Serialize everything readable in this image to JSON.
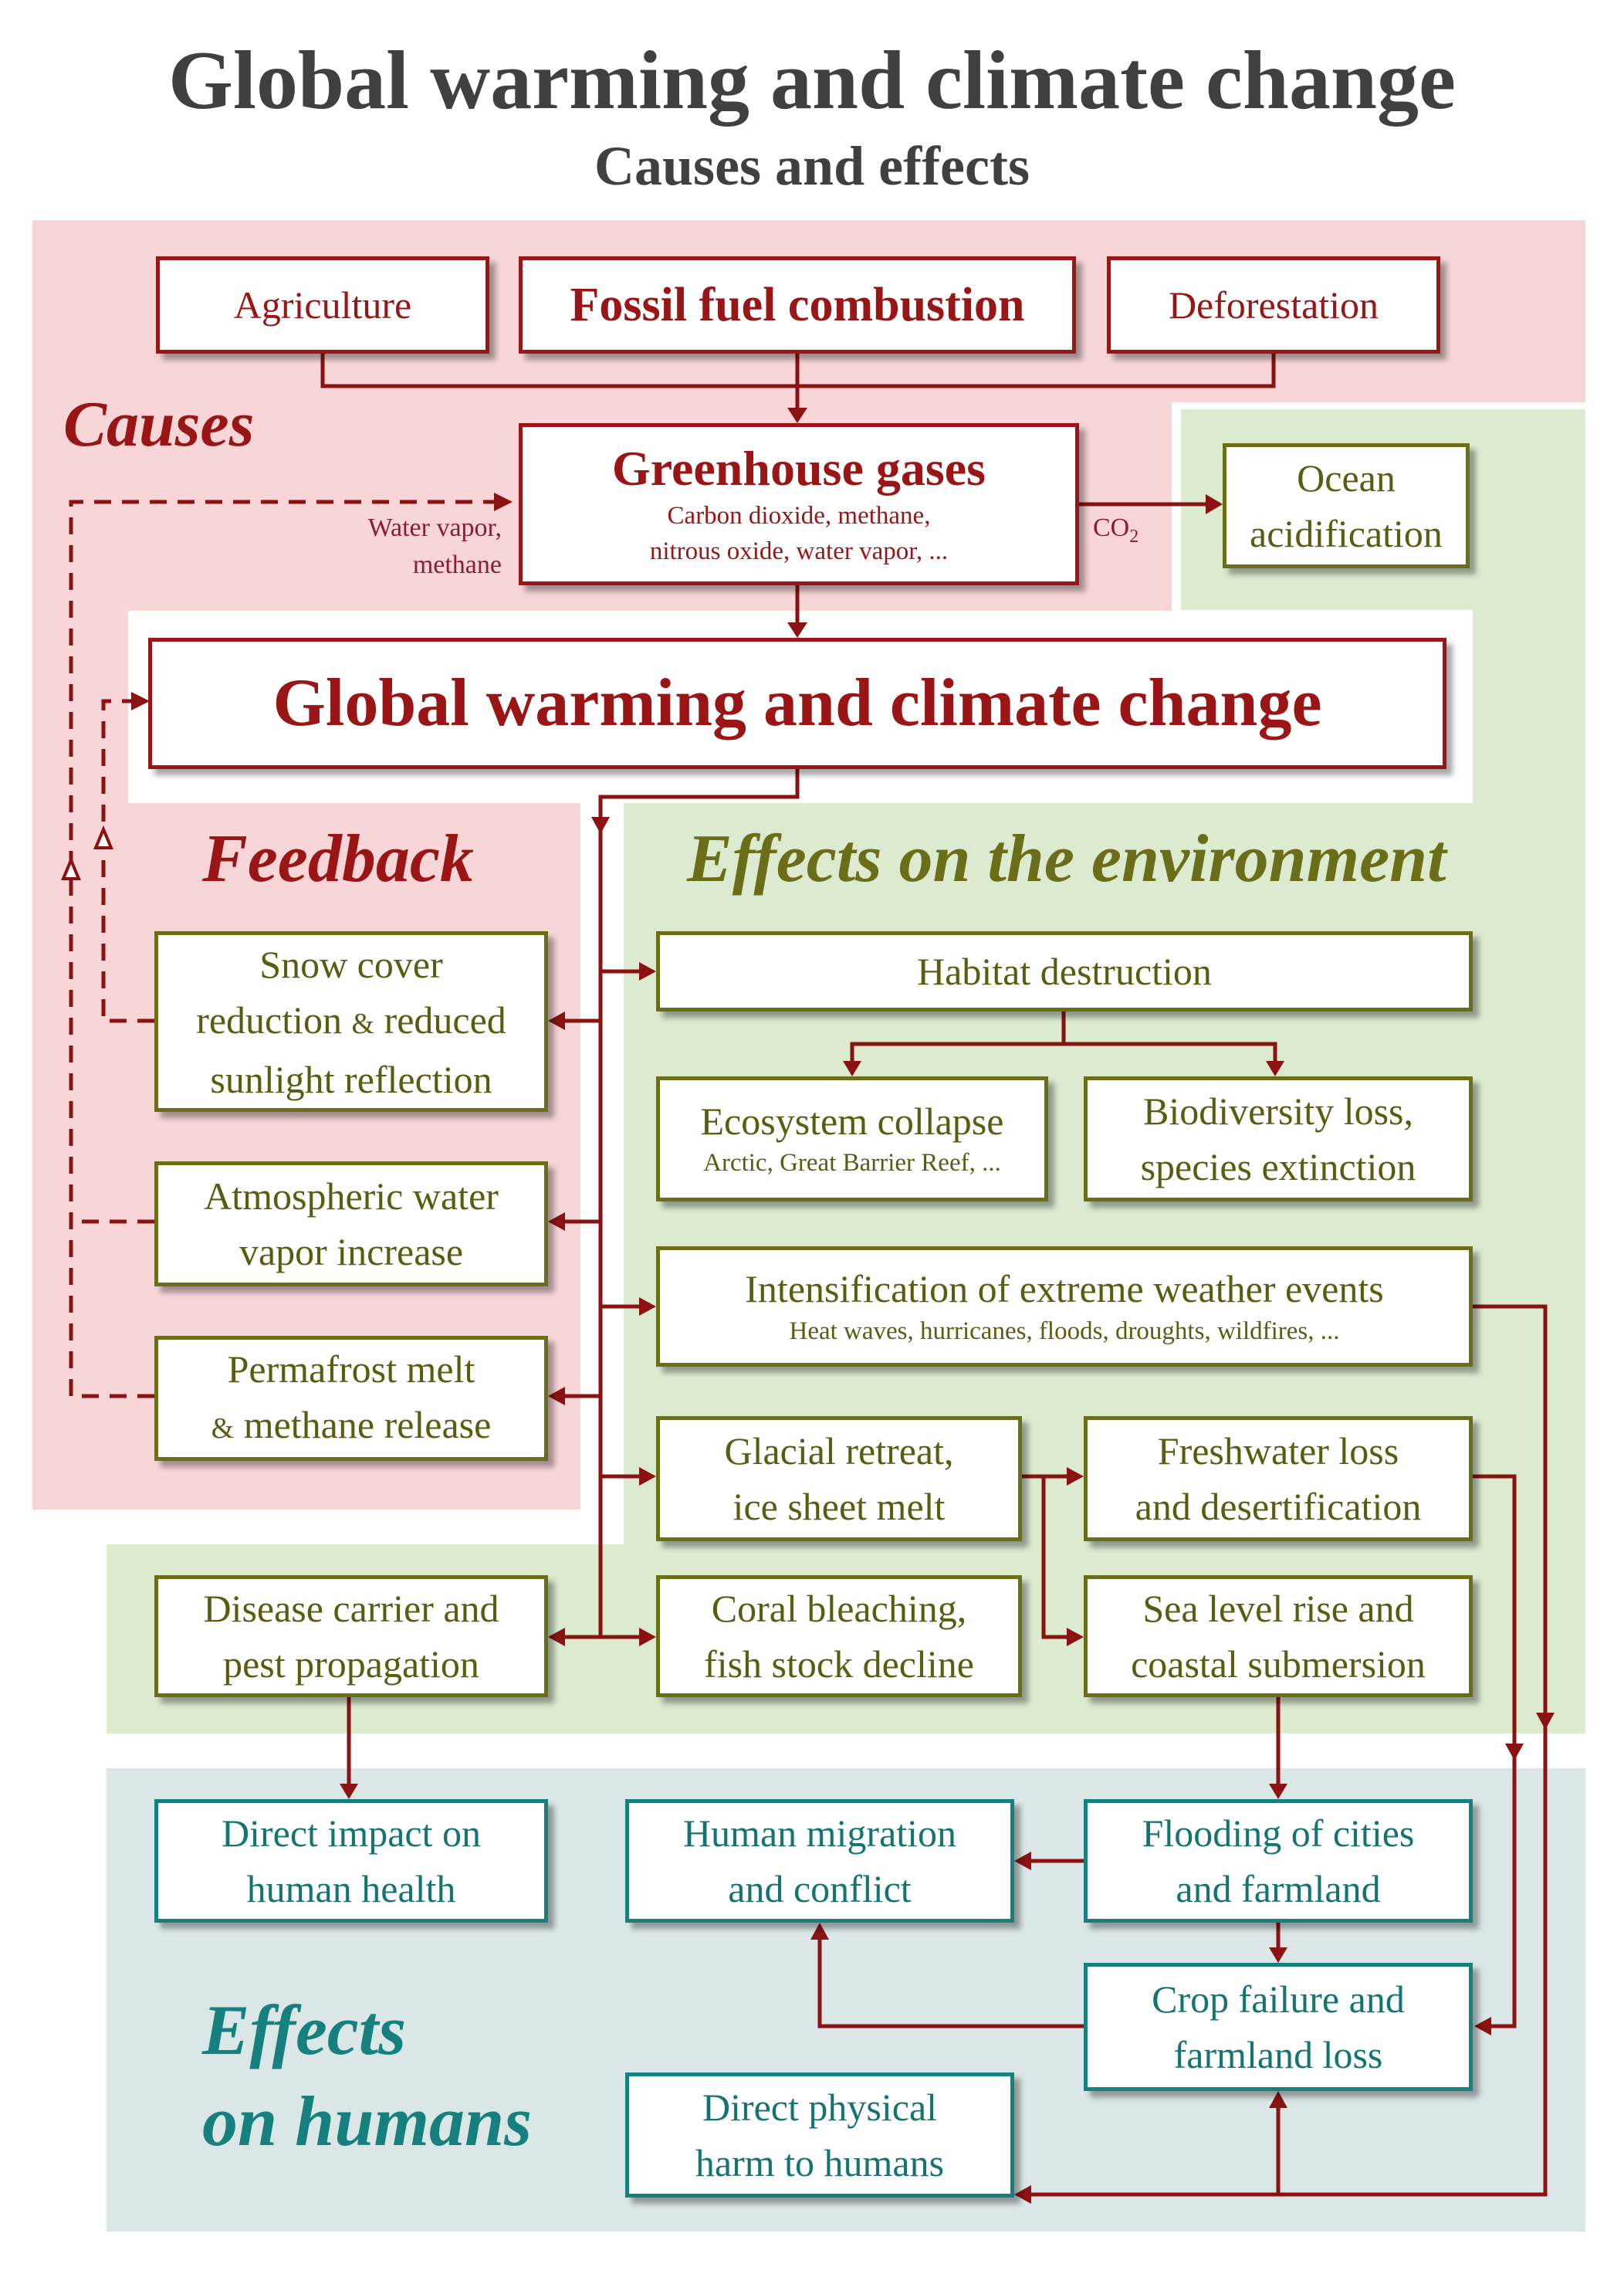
{
  "header": {
    "title": "Global warming and climate change",
    "subtitle": "Causes and effects"
  },
  "sections": {
    "causes": "Causes",
    "feedback": "Feedback",
    "environment": "Effects on the environment",
    "humans_line1": "Effects",
    "humans_line2": "on humans"
  },
  "causes": {
    "agriculture": "Agriculture",
    "fossil": "Fossil fuel combustion",
    "deforestation": "Deforestation",
    "ghg_title": "Greenhouse gases",
    "ghg_sub1": "Carbon dioxide, methane,",
    "ghg_sub2": "nitrous oxide, water vapor, ...",
    "central": "Global warming and climate change"
  },
  "labels": {
    "water1": "Water vapor,",
    "water2": "methane",
    "co2": "CO",
    "co2_sub": "2"
  },
  "env": {
    "ocean1": "Ocean",
    "ocean2": "acidification",
    "habitat": "Habitat destruction",
    "eco_title": "Ecosystem collapse",
    "eco_sub": "Arctic, Great Barrier Reef, ...",
    "bio1": "Biodiversity loss,",
    "bio2": "species extinction",
    "weather_title": "Intensification of extreme weather events",
    "weather_sub": "Heat waves, hurricanes, floods, droughts, wildfires, ...",
    "glacial1": "Glacial retreat,",
    "glacial2": "ice sheet melt",
    "fresh1": "Freshwater loss",
    "fresh2": "and desertification",
    "coral1": "Coral bleaching,",
    "coral2": "fish stock decline",
    "sea1": "Sea level rise and",
    "sea2": "coastal submersion",
    "disease1": "Disease carrier and",
    "disease2": "pest propagation"
  },
  "feedback": {
    "snow1": "Snow cover",
    "snow2a": "reduction",
    "snow2amp": "&",
    "snow2b": "reduced",
    "snow3": "sunlight reflection",
    "water1": "Atmospheric water",
    "water2": "vapor increase",
    "perma1": "Permafrost melt",
    "perma2amp": "&",
    "perma2": "methane release"
  },
  "human": {
    "health1": "Direct impact on",
    "health2": "human health",
    "migration1": "Human migration",
    "migration2": "and conflict",
    "flood1": "Flooding of cities",
    "flood2": "and farmland",
    "crop1": "Crop failure and",
    "crop2": "farmland loss",
    "harm1": "Direct physical",
    "harm2": "harm to humans"
  },
  "colors": {
    "causes_bg": "#f8d6d8",
    "env_bg": "#dcebd0",
    "human_bg": "#dbe7e7",
    "red": "#9a1515",
    "olive": "#6b6e18",
    "teal": "#15807e",
    "title": "#404040"
  }
}
